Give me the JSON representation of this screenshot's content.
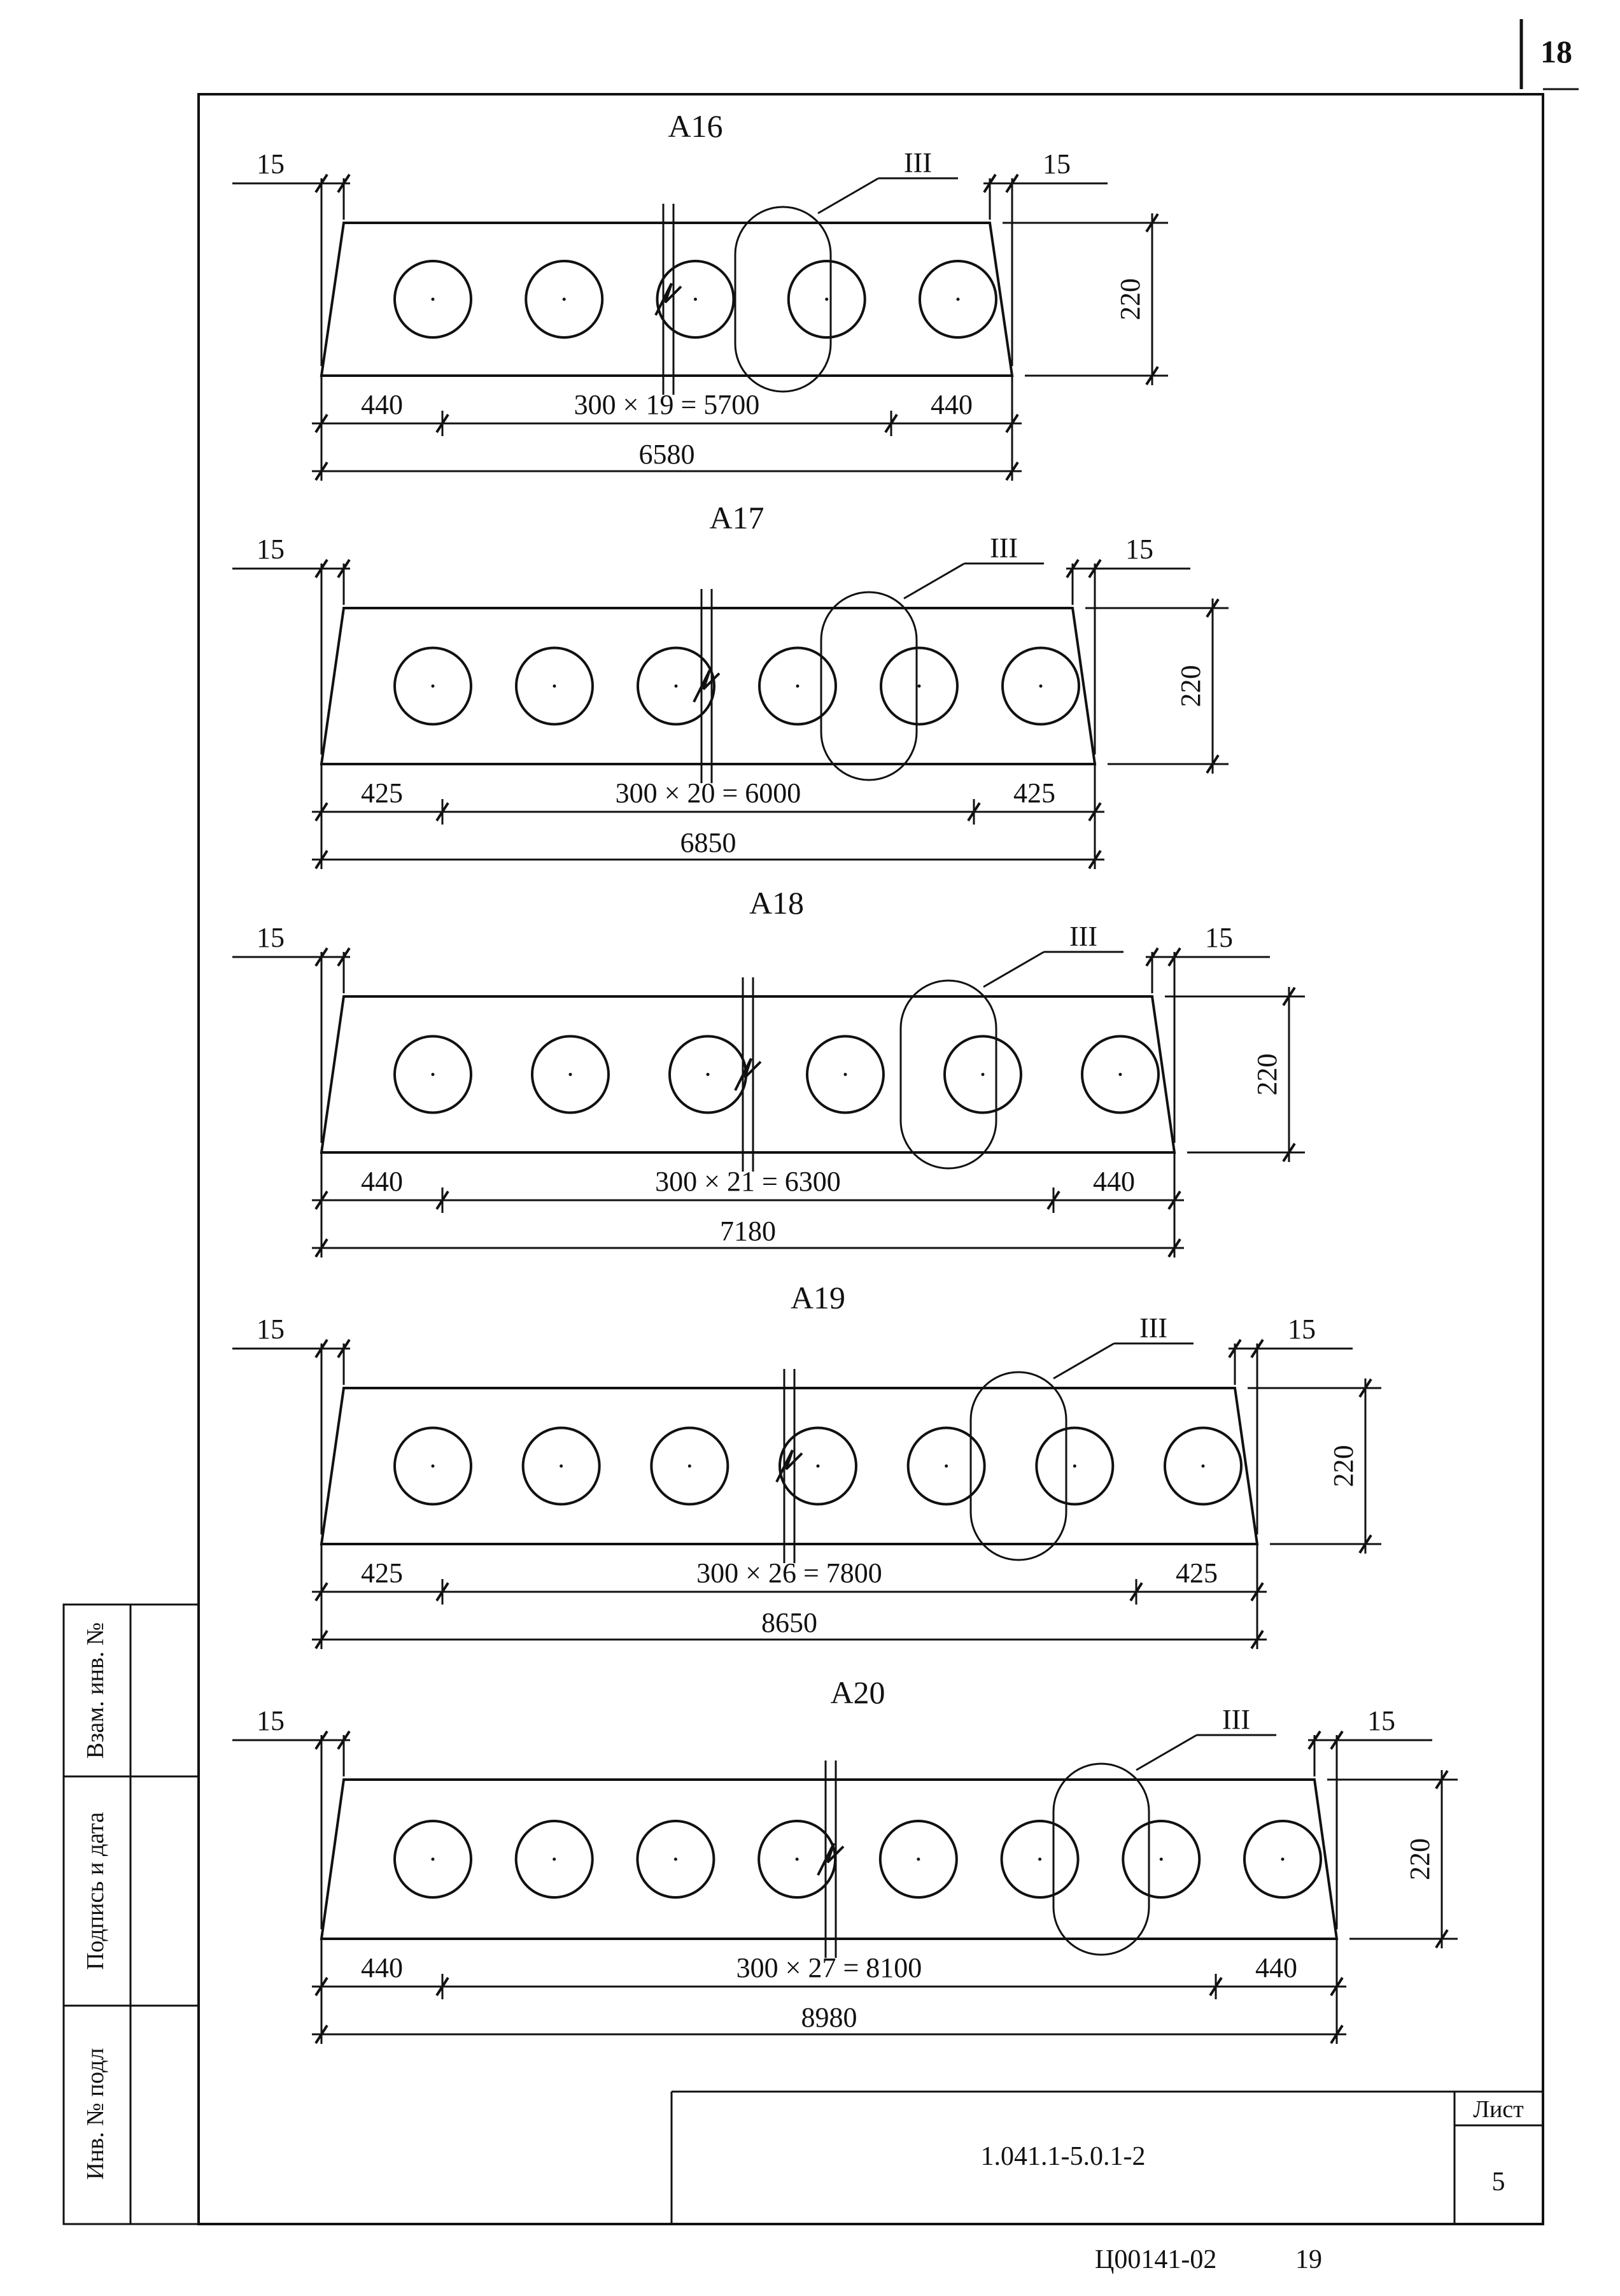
{
  "page_number": "18",
  "panels": [
    {
      "title": "А16",
      "left_offset": "15",
      "right_offset": "15",
      "detail_label": "III",
      "height": "220",
      "end_left": "440",
      "middle": "300 × 19 = 5700",
      "end_right": "440",
      "total": "6580",
      "holes": 5
    },
    {
      "title": "А17",
      "left_offset": "15",
      "right_offset": "15",
      "detail_label": "III",
      "height": "220",
      "end_left": "425",
      "middle": "300 × 20 = 6000",
      "end_right": "425",
      "total": "6850",
      "holes": 6
    },
    {
      "title": "А18",
      "left_offset": "15",
      "right_offset": "15",
      "detail_label": "III",
      "height": "220",
      "end_left": "440",
      "middle": "300 × 21 = 6300",
      "end_right": "440",
      "total": "7180",
      "holes": 6
    },
    {
      "title": "А19",
      "left_offset": "15",
      "right_offset": "15",
      "detail_label": "III",
      "height": "220",
      "end_left": "425",
      "middle": "300 × 26 = 7800",
      "end_right": "425",
      "total": "8650",
      "holes": 7
    },
    {
      "title": "А20",
      "left_offset": "15",
      "right_offset": "15",
      "detail_label": "III",
      "height": "220",
      "end_left": "440",
      "middle": "300 × 27 = 8100",
      "end_right": "440",
      "total": "8980",
      "holes": 8
    }
  ],
  "side_stamp": {
    "field_1": "Взам. инв. №",
    "field_2": "Подпись и дата",
    "field_3": "Инв. № подл"
  },
  "title_block": {
    "document_code": "1.041.1-5.0.1-2",
    "sheet_label": "Лист",
    "sheet_number": "5"
  },
  "footer": {
    "archive_code": "Ц00141-02",
    "archive_page": "19"
  }
}
